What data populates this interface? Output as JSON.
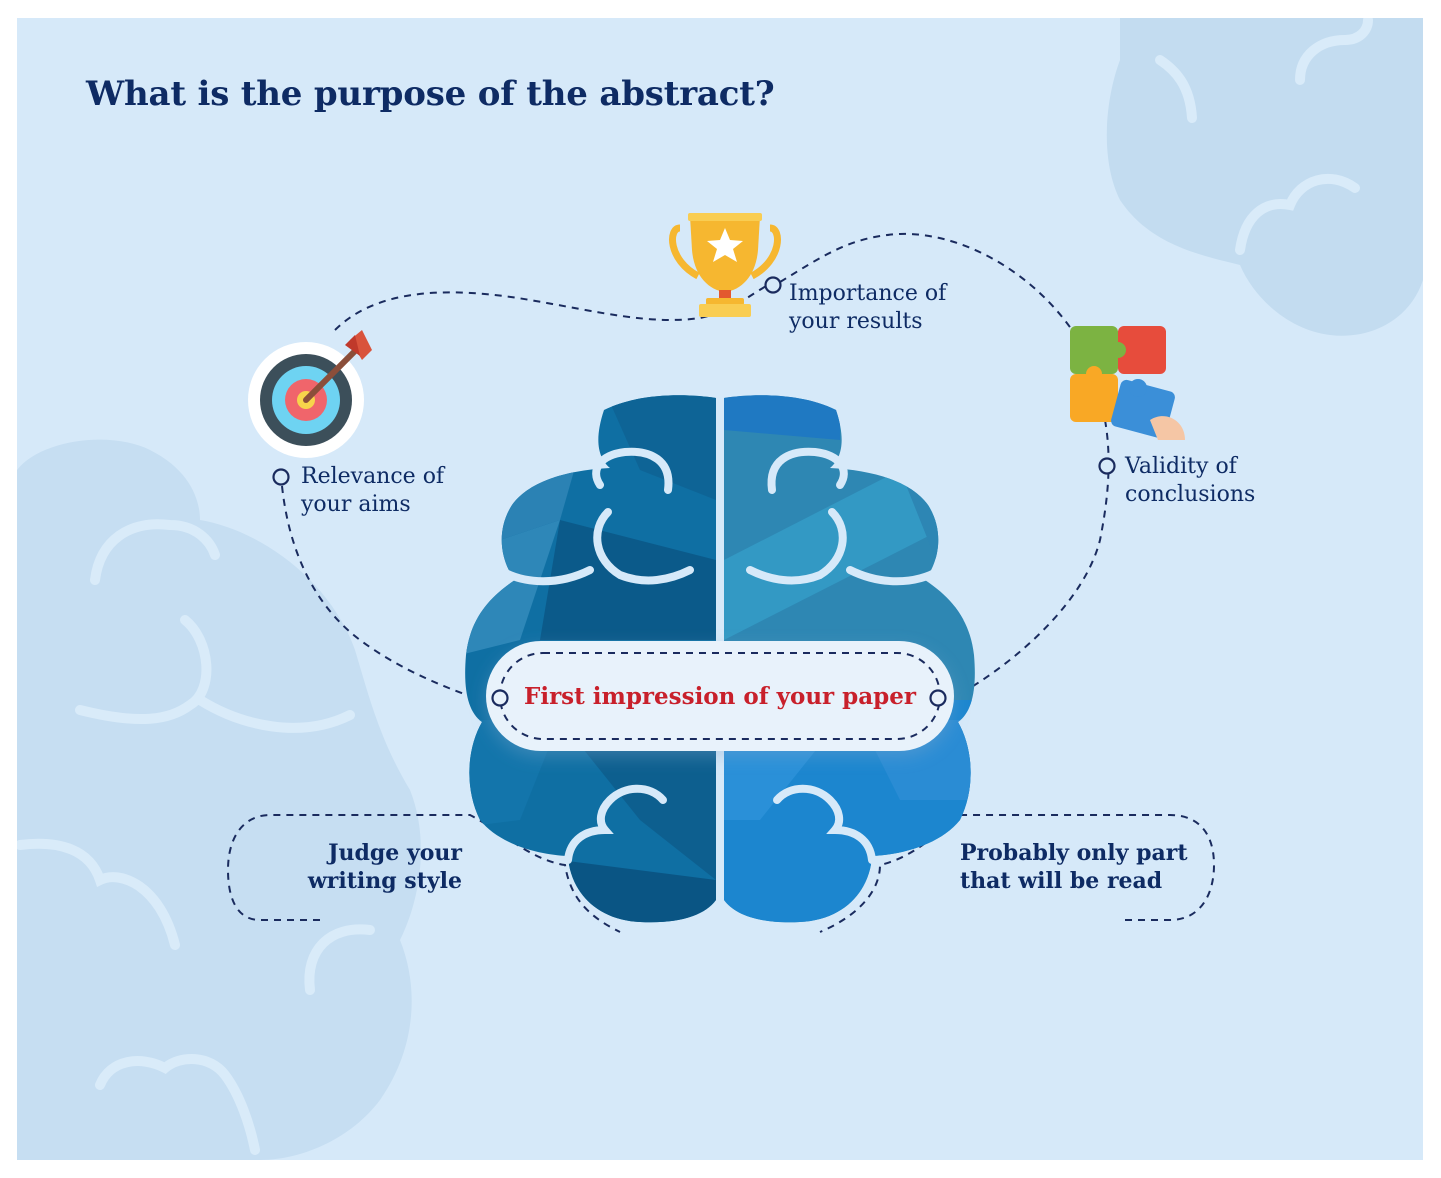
{
  "title": "What is the purpose of the abstract?",
  "center": "First impression of your paper",
  "items": {
    "aims": {
      "line1": "Relevance of",
      "line2": "your aims",
      "icon": "target-icon"
    },
    "results": {
      "line1": "Importance of",
      "line2": "your results",
      "icon": "trophy-icon"
    },
    "conclusions": {
      "line1": "Validity of",
      "line2": "conclusions",
      "icon": "puzzle-icon"
    },
    "style": {
      "line1": "Judge your",
      "line2": "writing style"
    },
    "read": {
      "line1": "Probably only part",
      "line2": "that will be read"
    }
  },
  "colors": {
    "background": "#d6e9f9",
    "title": "#0e2b64",
    "center_text": "#c8202b",
    "brain_left": "#0f6fa3",
    "brain_right": "#1c86cf"
  }
}
